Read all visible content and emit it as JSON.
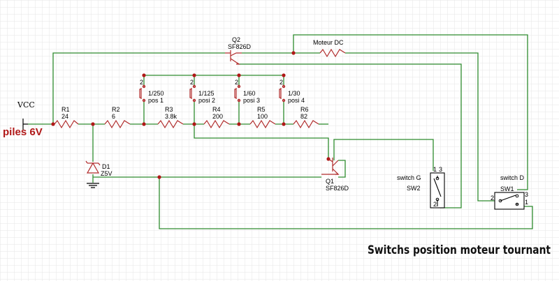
{
  "colors": {
    "wire": "#2e8b2e",
    "component": "#b02a2a",
    "node": "#b01818",
    "grid": "#e6e6e6",
    "text": "#000000",
    "supply_label": "#b01818"
  },
  "supply": {
    "name": "VCC",
    "label": "piles 6V"
  },
  "components": {
    "r1": {
      "ref": "R1",
      "value": "24"
    },
    "r2": {
      "ref": "R2",
      "value": "6"
    },
    "r3": {
      "ref": "R3",
      "value": "3.8k"
    },
    "r4": {
      "ref": "R4",
      "value": "200"
    },
    "r5": {
      "ref": "R5",
      "value": "100"
    },
    "r6": {
      "ref": "R6",
      "value": "82"
    },
    "d1": {
      "ref": "D1",
      "value": "Z5V"
    },
    "q1": {
      "ref": "Q1",
      "value": "SF826D"
    },
    "q2": {
      "ref": "Q2",
      "value": "SF826D"
    },
    "motor": {
      "label": "Moteur DC"
    },
    "sw_g": {
      "title": "switch G",
      "ref": "SW2",
      "pin1": "1",
      "pin2": "2",
      "pin3": "3"
    },
    "sw_d": {
      "title": "switch D",
      "ref": "SW1",
      "pin1": "1",
      "pin2": "2",
      "pin3": "3"
    }
  },
  "buttons": [
    {
      "pin": "2",
      "label1": "1/250",
      "label2": "pos 1"
    },
    {
      "pin": "2",
      "label1": "1/125",
      "label2": "posi 2"
    },
    {
      "pin": "2",
      "label1": "1/60",
      "label2": "posi 3"
    },
    {
      "pin": "2",
      "label1": "1/30",
      "label2": "posi 4"
    }
  ],
  "caption": "Switchs position moteur tournant"
}
